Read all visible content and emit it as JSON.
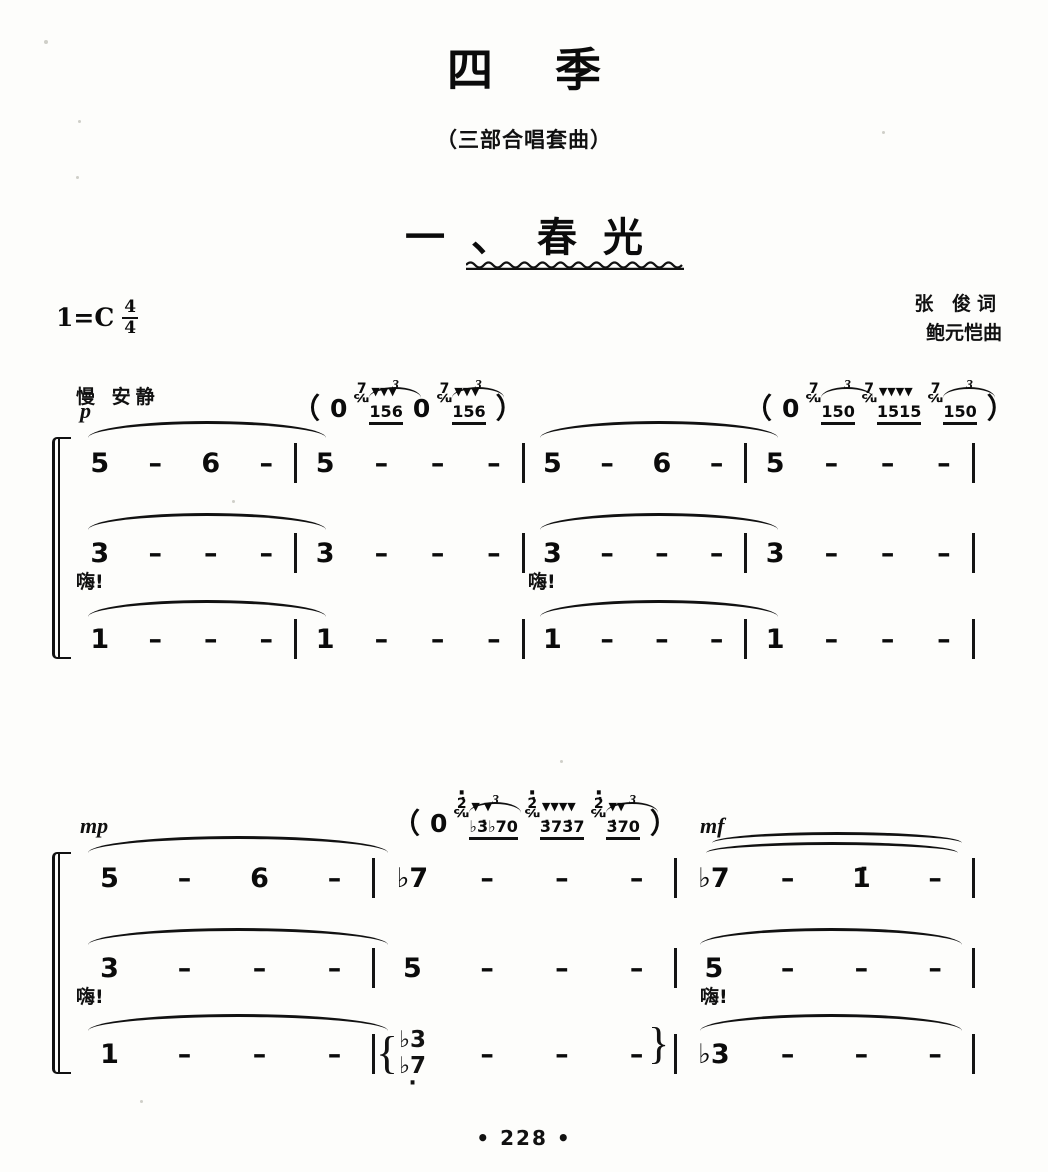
{
  "header": {
    "main_title": "四季",
    "subtitle": "（三部合唱套曲）",
    "section_title": "一、春光",
    "key_signature": "1=C",
    "time_signature_numerator": "4",
    "time_signature_denominator": "4",
    "lyricist": "张 俊词",
    "composer": "鲍元恺曲"
  },
  "score": {
    "notation_type": "jianpu",
    "systems": [
      {
        "id": "system-1",
        "tempo_marking": "慢 安静",
        "dynamic": "p",
        "voices": [
          {
            "name": "soprano",
            "measures": [
              [
                "5",
                "–",
                "6",
                "–"
              ],
              [
                "5",
                "–",
                "–",
                "–"
              ],
              [
                "5",
                "–",
                "6",
                "–"
              ],
              [
                "5",
                "–",
                "–",
                "–"
              ]
            ]
          },
          {
            "name": "alto",
            "measures": [
              [
                "3",
                "–",
                "–",
                "–"
              ],
              [
                "3",
                "–",
                "–",
                "–"
              ],
              [
                "3",
                "–",
                "–",
                "–"
              ],
              [
                "3",
                "–",
                "–",
                "–"
              ]
            ]
          },
          {
            "name": "bass",
            "measures": [
              [
                "1",
                "–",
                "–",
                "–"
              ],
              [
                "1",
                "–",
                "–",
                "–"
              ],
              [
                "1",
                "–",
                "–",
                "–"
              ],
              [
                "1",
                "–",
                "–",
                "–"
              ]
            ]
          }
        ],
        "lyrics": [
          "嗨!",
          "嗨!"
        ],
        "ornament_groups": [
          {
            "open_paren": "（",
            "rest": "0",
            "items": [
              {
                "grace": "7",
                "notes": "156",
                "triplet": "3",
                "accents": 3,
                "trailing_rest": "0"
              },
              {
                "grace": "7",
                "notes": "156",
                "triplet": "3",
                "accents": 3,
                "trailing_rest": ""
              }
            ],
            "close_paren": "）"
          },
          {
            "open_paren": "（",
            "rest": "0",
            "items": [
              {
                "grace": "7",
                "notes": "150",
                "triplet": "3",
                "accents": 0,
                "trailing_rest": ""
              },
              {
                "grace": "7",
                "notes": "1515",
                "triplet": "",
                "accents": 4,
                "trailing_rest": ""
              },
              {
                "grace": "7",
                "notes": "150",
                "triplet": "3",
                "accents": 0,
                "trailing_rest": ""
              }
            ],
            "close_paren": "）"
          }
        ]
      },
      {
        "id": "system-2",
        "tempo_marking": "",
        "dynamic": "mp",
        "dynamic_2": "mf",
        "voices": [
          {
            "name": "soprano",
            "measures": [
              [
                "5",
                "–",
                "6",
                "–"
              ],
              [
                "♭7",
                "–",
                "–",
                "–"
              ],
              [
                "♭7",
                "–",
                "1̇",
                "–"
              ]
            ]
          },
          {
            "name": "alto",
            "measures": [
              [
                "3",
                "–",
                "–",
                "–"
              ],
              [
                "5",
                "–",
                "–",
                "–"
              ],
              [
                "5",
                "–",
                "–",
                "–"
              ]
            ]
          },
          {
            "name": "bass",
            "measures": [
              [
                "1",
                "–",
                "–",
                "–"
              ],
              [
                "♭3/♭7",
                "–",
                "–",
                "–"
              ],
              [
                "♭3",
                "–",
                "–",
                "–"
              ]
            ]
          }
        ],
        "lyrics": [
          "嗨!",
          "嗨!"
        ],
        "divisi": {
          "upper": "♭3",
          "lower": "♭7"
        },
        "ornament_groups": [
          {
            "open_paren": "（",
            "rest": "0",
            "items": [
              {
                "grace": "2̇",
                "notes": "♭3̇♭70",
                "triplet": "3",
                "accents": 2,
                "trailing_rest": ""
              },
              {
                "grace": "2̇",
                "notes": "3̇73̇7",
                "triplet": "",
                "accents": 4,
                "trailing_rest": ""
              },
              {
                "grace": "2̇",
                "notes": "3̇70",
                "triplet": "3",
                "accents": 2,
                "trailing_rest": ""
              }
            ],
            "close_paren": "）"
          }
        ]
      }
    ]
  },
  "footer": {
    "page_number": "• 228 •"
  }
}
